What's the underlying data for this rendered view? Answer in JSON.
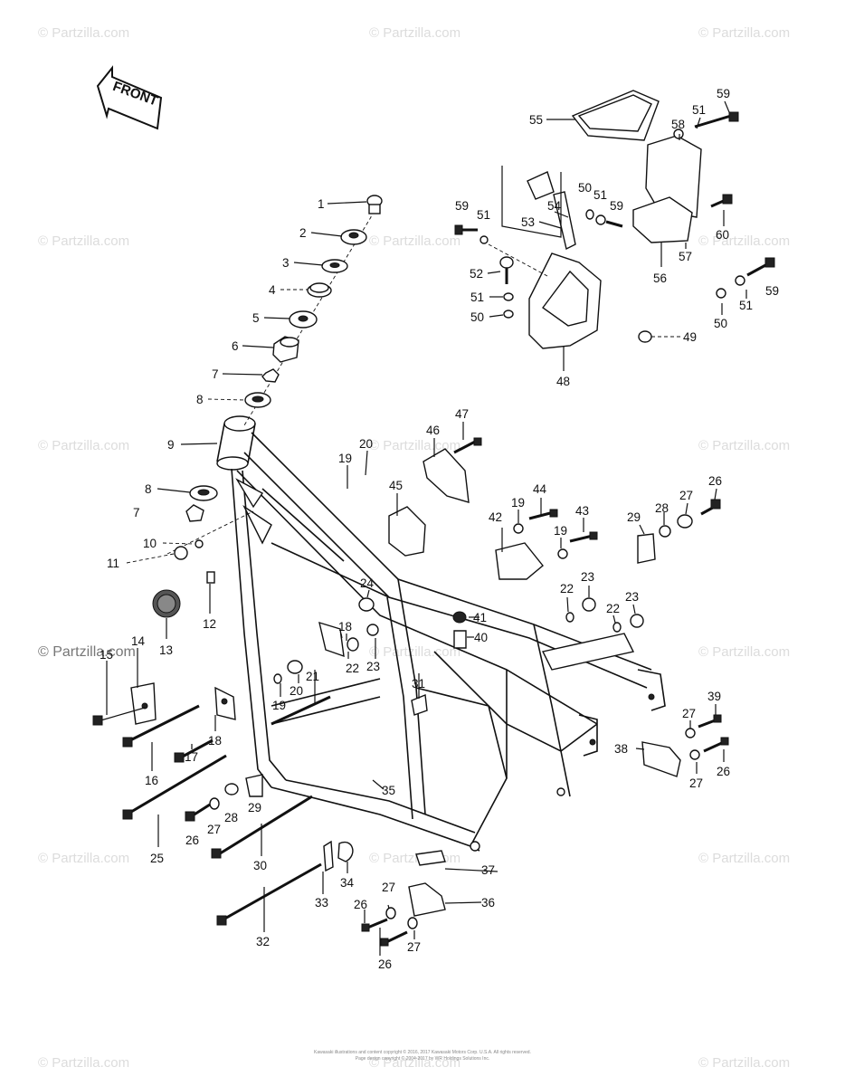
{
  "watermark_text": "© Partzilla.com",
  "watermark_dark_text": "© Partzilla.com",
  "front_arrow_label": "FRONT",
  "copyright_lines": [
    "Kawasaki illustrations and content copyright © 2016, 2017 Kawasaki Motors Corp. U.S.A. All rights reserved.",
    "Page design copyright © 2004-2017 by WR Holdings Solutions Inc."
  ],
  "callouts": [
    {
      "id": "c1",
      "text": "1"
    },
    {
      "id": "c2",
      "text": "2"
    },
    {
      "id": "c3",
      "text": "3"
    },
    {
      "id": "c4",
      "text": "4"
    },
    {
      "id": "c5",
      "text": "5"
    },
    {
      "id": "c6",
      "text": "6"
    },
    {
      "id": "c7a",
      "text": "7"
    },
    {
      "id": "c8a",
      "text": "8"
    },
    {
      "id": "c9",
      "text": "9"
    },
    {
      "id": "c8b",
      "text": "8"
    },
    {
      "id": "c7b",
      "text": "7"
    },
    {
      "id": "c10",
      "text": "10"
    },
    {
      "id": "c11",
      "text": "11"
    },
    {
      "id": "c12",
      "text": "12"
    },
    {
      "id": "c13",
      "text": "13"
    },
    {
      "id": "c14",
      "text": "14"
    },
    {
      "id": "c15",
      "text": "15"
    },
    {
      "id": "c16",
      "text": "16"
    },
    {
      "id": "c17",
      "text": "17"
    },
    {
      "id": "c18a",
      "text": "18"
    },
    {
      "id": "c18b",
      "text": "18"
    },
    {
      "id": "c19a",
      "text": "19"
    },
    {
      "id": "c20a",
      "text": "20"
    },
    {
      "id": "c19b",
      "text": "19"
    },
    {
      "id": "c20b",
      "text": "20"
    },
    {
      "id": "c21",
      "text": "21"
    },
    {
      "id": "c22a",
      "text": "22"
    },
    {
      "id": "c23a",
      "text": "23"
    },
    {
      "id": "c24",
      "text": "24"
    },
    {
      "id": "c25",
      "text": "25"
    },
    {
      "id": "c26a",
      "text": "26"
    },
    {
      "id": "c27a",
      "text": "27"
    },
    {
      "id": "c28a",
      "text": "28"
    },
    {
      "id": "c29a",
      "text": "29"
    },
    {
      "id": "c30",
      "text": "30"
    },
    {
      "id": "c31",
      "text": "31"
    },
    {
      "id": "c32",
      "text": "32"
    },
    {
      "id": "c33",
      "text": "33"
    },
    {
      "id": "c34",
      "text": "34"
    },
    {
      "id": "c35",
      "text": "35"
    },
    {
      "id": "c36",
      "text": "36"
    },
    {
      "id": "c37",
      "text": "37"
    },
    {
      "id": "c26b",
      "text": "26"
    },
    {
      "id": "c27b",
      "text": "27"
    },
    {
      "id": "c26c",
      "text": "26"
    },
    {
      "id": "c27c",
      "text": "27"
    },
    {
      "id": "c38",
      "text": "38"
    },
    {
      "id": "c27d",
      "text": "27"
    },
    {
      "id": "c39",
      "text": "39"
    },
    {
      "id": "c27e",
      "text": "27"
    },
    {
      "id": "c26d",
      "text": "26"
    },
    {
      "id": "c40",
      "text": "40"
    },
    {
      "id": "c41",
      "text": "41"
    },
    {
      "id": "c22b",
      "text": "22"
    },
    {
      "id": "c23b",
      "text": "23"
    },
    {
      "id": "c22c",
      "text": "22"
    },
    {
      "id": "c23c",
      "text": "23"
    },
    {
      "id": "c42",
      "text": "42"
    },
    {
      "id": "c19c",
      "text": "19"
    },
    {
      "id": "c44",
      "text": "44"
    },
    {
      "id": "c19d",
      "text": "19"
    },
    {
      "id": "c43",
      "text": "43"
    },
    {
      "id": "c45",
      "text": "45"
    },
    {
      "id": "c46",
      "text": "46"
    },
    {
      "id": "c47",
      "text": "47"
    },
    {
      "id": "c29b",
      "text": "29"
    },
    {
      "id": "c28b",
      "text": "28"
    },
    {
      "id": "c27f",
      "text": "27"
    },
    {
      "id": "c26e",
      "text": "26"
    },
    {
      "id": "c48",
      "text": "48"
    },
    {
      "id": "c49",
      "text": "49"
    },
    {
      "id": "c50a",
      "text": "50"
    },
    {
      "id": "c51a",
      "text": "51"
    },
    {
      "id": "c52",
      "text": "52"
    },
    {
      "id": "c59a",
      "text": "59"
    },
    {
      "id": "c51b",
      "text": "51"
    },
    {
      "id": "c53",
      "text": "53"
    },
    {
      "id": "c54",
      "text": "54"
    },
    {
      "id": "c50b",
      "text": "50"
    },
    {
      "id": "c51c",
      "text": "51"
    },
    {
      "id": "c59b",
      "text": "59"
    },
    {
      "id": "c55",
      "text": "55"
    },
    {
      "id": "c58",
      "text": "58"
    },
    {
      "id": "c51d",
      "text": "51"
    },
    {
      "id": "c59c",
      "text": "59"
    },
    {
      "id": "c60",
      "text": "60"
    },
    {
      "id": "c57",
      "text": "57"
    },
    {
      "id": "c56",
      "text": "56"
    },
    {
      "id": "c59d",
      "text": "59"
    },
    {
      "id": "c51e",
      "text": "51"
    },
    {
      "id": "c50c",
      "text": "50"
    }
  ]
}
